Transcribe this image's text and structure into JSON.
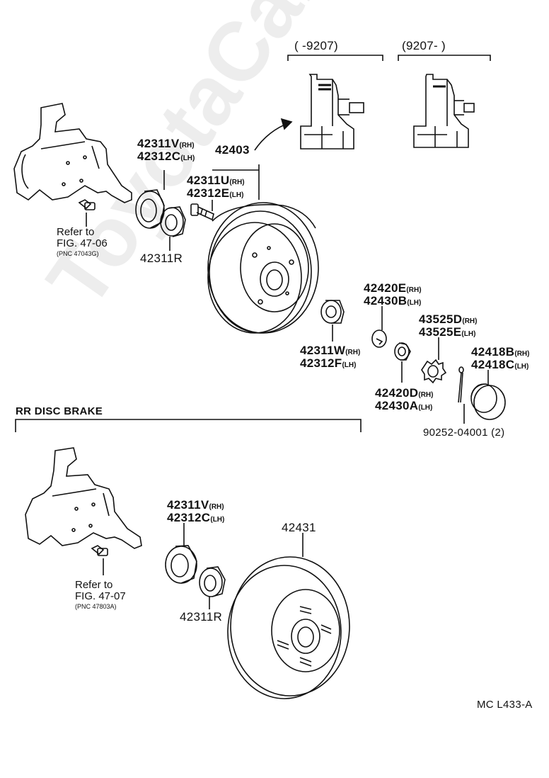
{
  "watermark": "ToyotaCarMine.ru",
  "variants": {
    "left": "(      -9207)",
    "right": "(9207-        )"
  },
  "section_title": "RR DISC BRAKE",
  "figure_code": "MC L433-A",
  "parts": {
    "p42311V_top": {
      "code": "42311V",
      "side": "(RH)"
    },
    "p42312C_top": {
      "code": "42312C",
      "side": "(LH)"
    },
    "p42403": {
      "code": "42403"
    },
    "p42311U": {
      "code": "42311U",
      "side": "(RH)"
    },
    "p42312E": {
      "code": "42312E",
      "side": "(LH)"
    },
    "p42311R_top": {
      "code": "42311R"
    },
    "p42420E": {
      "code": "42420E",
      "side": "(RH)"
    },
    "p42430B": {
      "code": "42430B",
      "side": "(LH)"
    },
    "p43525D": {
      "code": "43525D",
      "side": "(RH)"
    },
    "p43525E": {
      "code": "43525E",
      "side": "(LH)"
    },
    "p42311W": {
      "code": "42311W",
      "side": "(RH)"
    },
    "p42312F": {
      "code": "42312F",
      "side": "(LH)"
    },
    "p42418B": {
      "code": "42418B",
      "side": "(RH)"
    },
    "p42418C": {
      "code": "42418C",
      "side": "(LH)"
    },
    "p42420D": {
      "code": "42420D",
      "side": "(RH)"
    },
    "p42430A": {
      "code": "42430A",
      "side": "(LH)"
    },
    "p90252": {
      "code": "90252-04001 (2)"
    },
    "p42311V_bot": {
      "code": "42311V",
      "side": "(RH)"
    },
    "p42312C_bot": {
      "code": "42312C",
      "side": "(LH)"
    },
    "p42431": {
      "code": "42431"
    },
    "p42311R_bot": {
      "code": "42311R"
    }
  },
  "refs": {
    "top": {
      "line1": "Refer to",
      "line2": "FIG. 47-06",
      "pnc": "(PNC 47043G)"
    },
    "bottom": {
      "line1": "Refer to",
      "line2": "FIG. 47-07",
      "pnc": "(PNC 47803A)"
    }
  }
}
